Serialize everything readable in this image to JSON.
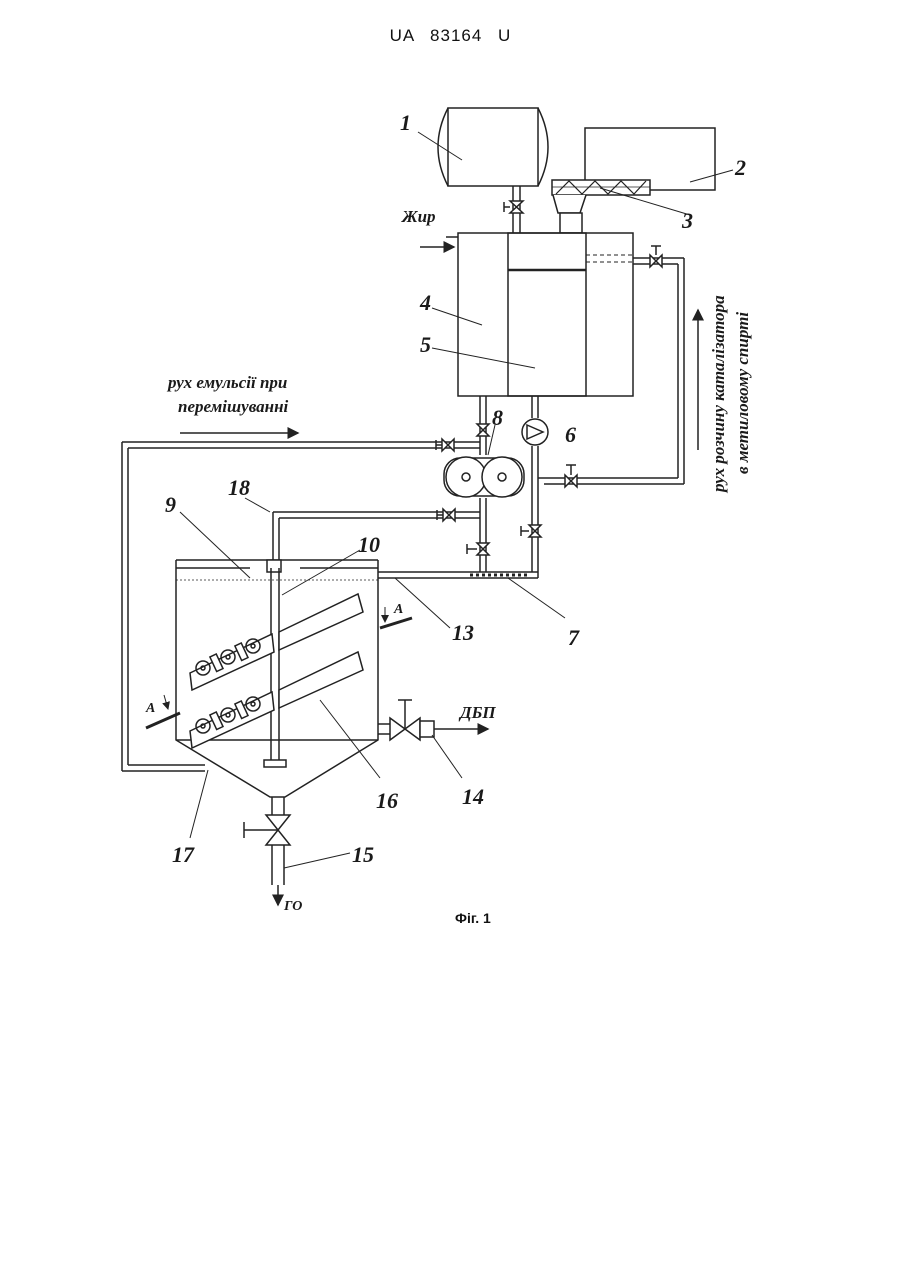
{
  "header": {
    "patent_number": "UA   83164   U"
  },
  "diagram": {
    "labels": {
      "n1": "1",
      "n2": "2",
      "n3": "3",
      "n4": "4",
      "n5": "5",
      "n6": "6",
      "n7": "7",
      "n8": "8",
      "n9": "9",
      "n10": "10",
      "n13": "13",
      "n14": "14",
      "n15": "15",
      "n16": "16",
      "n17": "17",
      "n18": "18",
      "fat": "Жир",
      "emulsion_line1": "рух емульсії при",
      "emulsion_line2": "перемішуванні",
      "catalyst_line1": "рух розчину каталізатора",
      "catalyst_line2": "в метиловому спирті",
      "dbp": "ДБП",
      "go": "ГО",
      "section_a_top": "А",
      "section_a_left": "А"
    }
  },
  "caption": "Фіг. 1"
}
